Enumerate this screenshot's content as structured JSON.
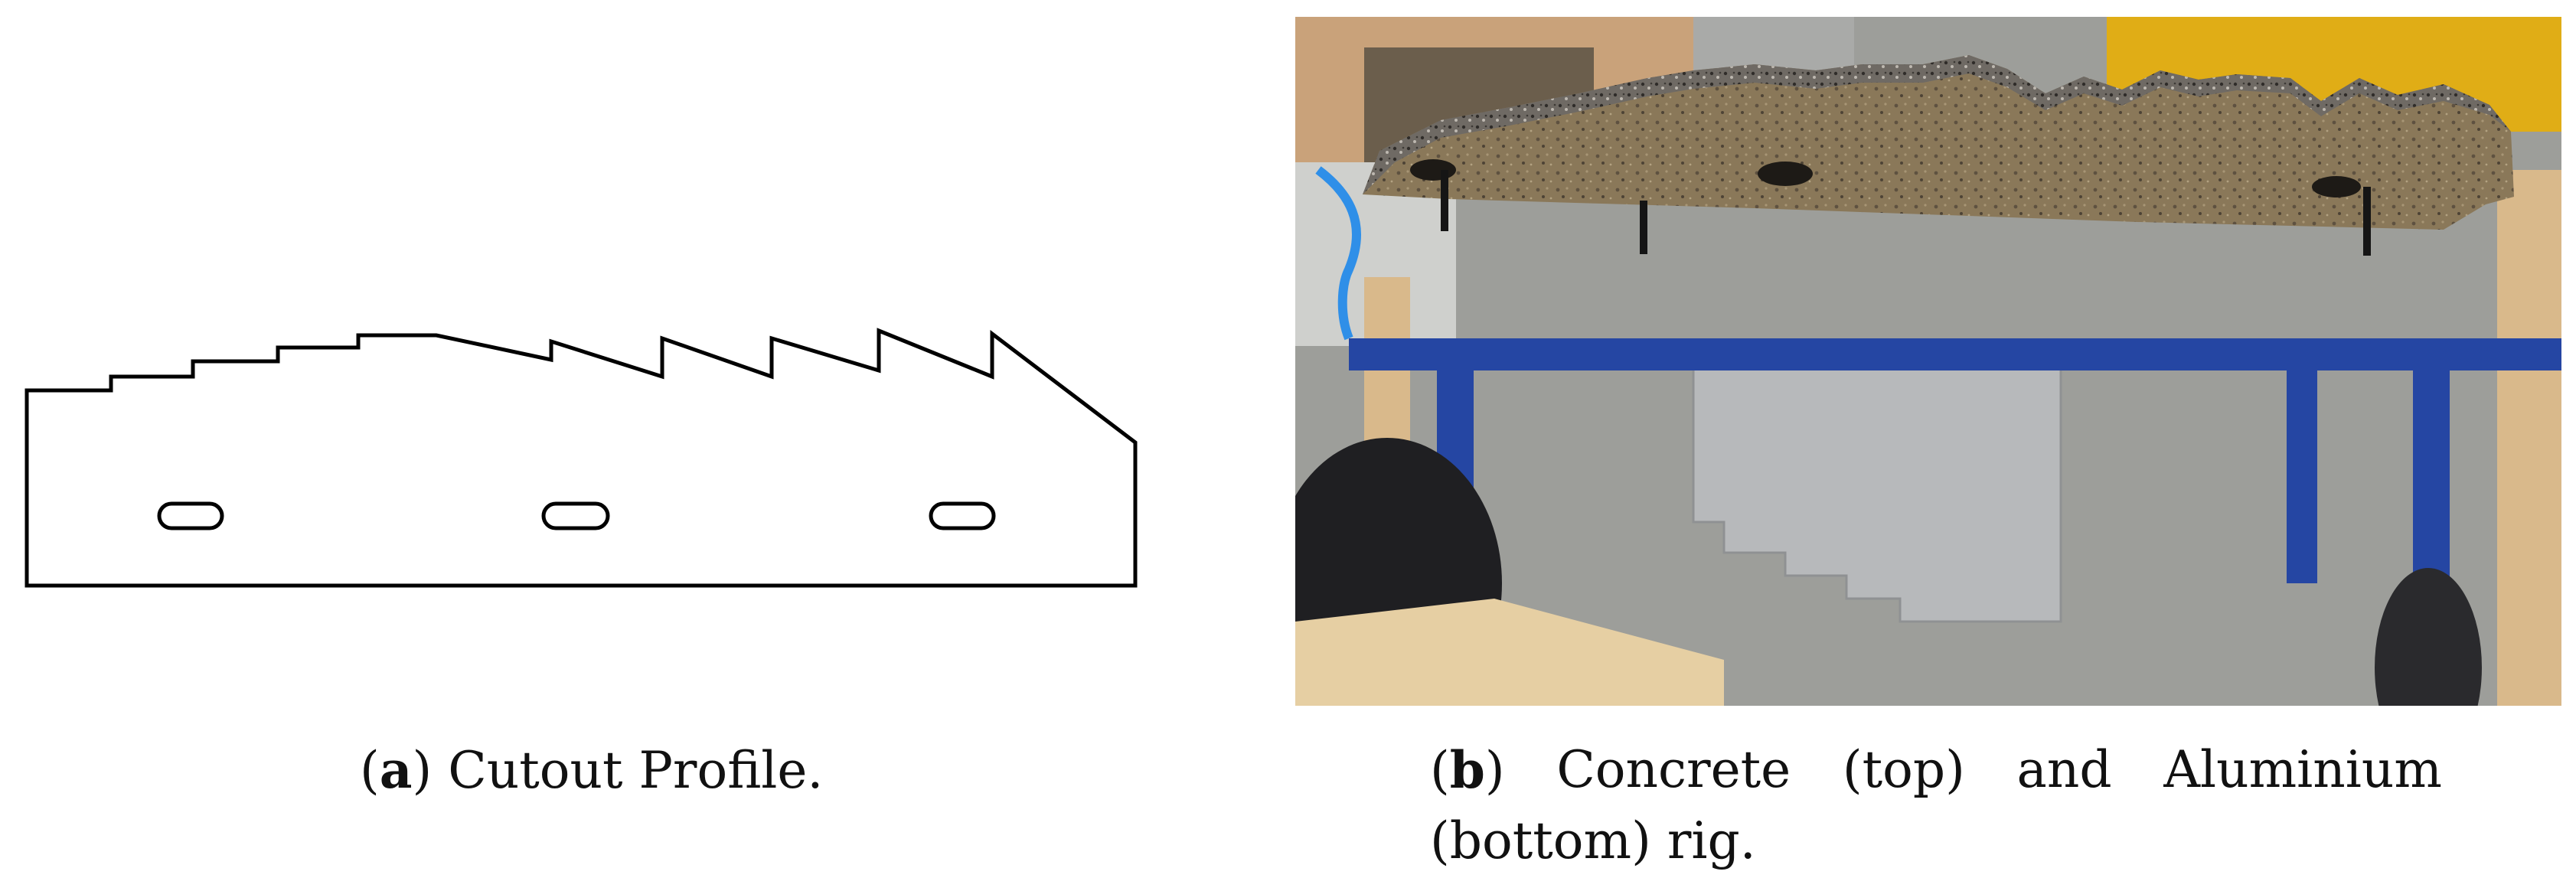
{
  "figure": {
    "panel_a": {
      "label": "a",
      "caption": "Cutout Profile."
    },
    "panel_b": {
      "label": "b",
      "caption_words": [
        "Concrete",
        "(top)",
        "and",
        "Aluminium"
      ],
      "caption_line2": "(bottom) rig."
    }
  },
  "colors": {
    "outline": "#000000",
    "concrete": "#8c7a5d",
    "blue_frame": "#1f3f99",
    "wood": "#d8b88a",
    "aluminium": "#b9bbbd",
    "floor": "#9b9c98"
  }
}
